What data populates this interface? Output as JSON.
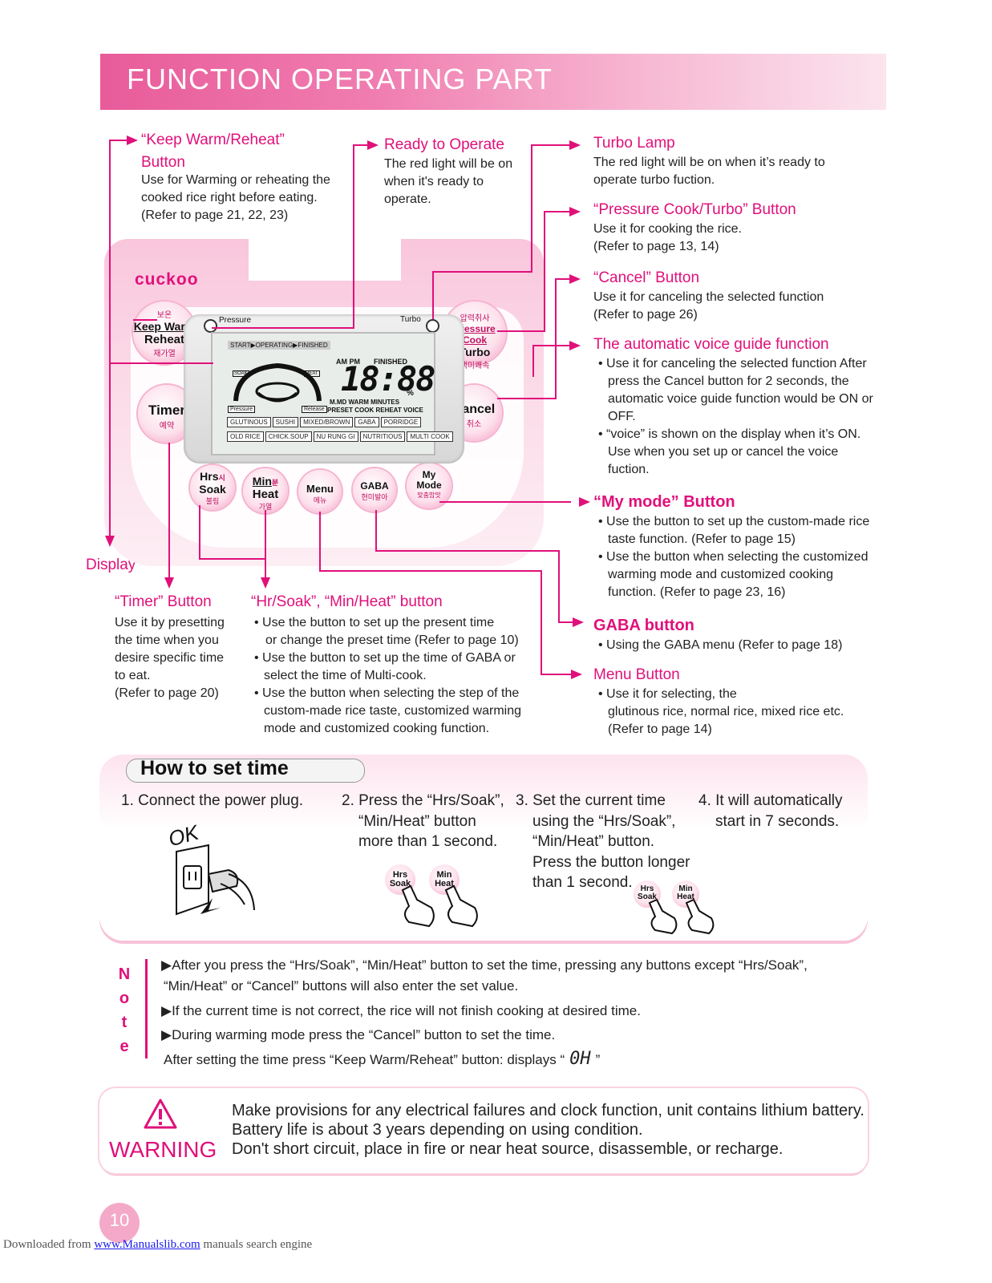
{
  "header": {
    "title": "FUNCTION OPERATING PART"
  },
  "callouts": {
    "keep_warm": {
      "title1": "“Keep  Warm/Reheat”",
      "title2": "Button",
      "lines": [
        "Use for Warming or reheating the",
        "cooked rice right before eating.",
        "(Refer to page 21, 22, 23)"
      ]
    },
    "ready": {
      "title": "Ready  to  Operate",
      "lines": [
        "The red light will be on",
        "when it's ready to",
        "operate."
      ]
    },
    "turbo_lamp": {
      "title": "Turbo  Lamp",
      "lines": [
        "The red light will be on when it’s ready to",
        "operate turbo fuction."
      ]
    },
    "pressure_cook": {
      "title": "“Pressure  Cook/Turbo”  Button",
      "lines": [
        "Use it for cooking the rice.",
        "(Refer to page 13, 14)"
      ]
    },
    "cancel": {
      "title": "“Cancel”  Button",
      "lines": [
        "Use it for canceling the selected function",
        "(Refer to page 26)"
      ]
    },
    "voice": {
      "title": "The  automatic  voice  guide  function",
      "bullet1": [
        "Use it for canceling the selected function After",
        "press the Cancel button for 2 seconds, the",
        "automatic voice guide function would be ON or",
        "OFF."
      ],
      "bullet2": [
        "“voice” is shown on the display when it’s ON.",
        "Use when you set up or cancel the voice",
        "fuction."
      ]
    },
    "my_mode": {
      "title": "“My mode” Button",
      "bullet1": [
        "Use the button to set up the custom-made rice",
        "taste function. (Refer to page 15)"
      ],
      "bullet2": [
        "Use the button when selecting the customized",
        "warming mode and customized cooking",
        "function. (Refer to page 23, 16)"
      ]
    },
    "gaba": {
      "title": "GABA button",
      "bullet1": [
        "Using the GABA menu (Refer to page 18)"
      ]
    },
    "menu": {
      "title": "Menu  Button",
      "bullet1": [
        "Use it for selecting, the",
        "glutinous rice, normal rice, mixed rice etc.",
        "(Refer to page 14)"
      ]
    },
    "display": {
      "title": "Display"
    },
    "timer": {
      "title": "“Timer”  Button",
      "lines": [
        "Use it by presetting",
        "the time when you",
        "desire specific time",
        "to eat.",
        "(Refer to page 20)"
      ]
    },
    "hr_min": {
      "title": "“Hr/Soak”, “Min/Heat”  button",
      "bullet1": [
        "Use the button to set up the present time",
        "or change the preset time  (Refer to page 10)"
      ],
      "bullet2": [
        "Use the button to set up the time of GABA or",
        "select the time of Multi-cook."
      ],
      "bullet3": [
        "Use the button when selecting the step of the",
        "custom-made rice taste, customized warming",
        "mode and customized cooking function."
      ]
    }
  },
  "panel": {
    "logo": "cuckoo",
    "keep_warm": {
      "ko1": "보온",
      "en1": "Keep Warm",
      "en2": "Reheat",
      "ko2": "재가열"
    },
    "pressure_cook": {
      "ko1": "압력취사",
      "en1": "Pressure Cook",
      "en2": "Turbo",
      "ko2": "백미쾌속"
    },
    "timer": {
      "en": "Timer",
      "ko": "예약"
    },
    "cancel": {
      "en": "Cancel",
      "ko": "취소"
    },
    "hrs": {
      "en1": "Hrs",
      "ko1": "시",
      "en2": "Soak",
      "ko2": "불림"
    },
    "min": {
      "en1": "Min",
      "ko1": "분",
      "en2": "Heat",
      "ko2": "가열"
    },
    "menu": {
      "en": "Menu",
      "ko": "메뉴"
    },
    "gaba": {
      "en": "GABA",
      "ko": "현미발아"
    },
    "mymode": {
      "en1": "My",
      "en2": "Mode",
      "ko": "맞춤밥맛"
    },
    "pressure_label": "Pressure",
    "turbo_label": "Turbo",
    "lcd": {
      "progress": "START▶OPERATING▶FINISHED",
      "ampm": "AM PM",
      "finished": "FINISHED",
      "digits": "18:88",
      "percent": "%",
      "soak": "SOAK",
      "heat": "HEAT",
      "pressure": "Pressure",
      "release": "Release",
      "units": "M.MD  WARM  MINUTES",
      "modes": "PRESET COOK REHEAT VOICE",
      "menu_row1": [
        "GLUTINOUS",
        "SUSHI",
        "MIXED/BROWN",
        "GABA",
        "PORRIDGE"
      ],
      "menu_row2": [
        "OLD RICE",
        "CHICK.SOUP",
        "NU RUNG GI",
        "NUTRITIOUS",
        "MULTI COOK"
      ]
    }
  },
  "how_to": {
    "title": "How  to  set  time",
    "step1": [
      "1. Connect the power plug."
    ],
    "step2": [
      "2. Press the “Hrs/Soak”,",
      "“Min/Heat” button",
      "more than 1 second."
    ],
    "step3": [
      "3. Set the current time",
      "using the “Hrs/Soak”,",
      "“Min/Heat” button.",
      "Press the button longer",
      "than 1 second."
    ],
    "step4": [
      "4. It will automatically",
      "start in 7 seconds."
    ],
    "ok_text": "OK",
    "btn_hrs": [
      "Hrs",
      "Soak"
    ],
    "btn_min": [
      "Min",
      "Heat"
    ]
  },
  "note": {
    "letters": [
      "N",
      "o",
      "t",
      "e"
    ],
    "lines": [
      "▶After you press the “Hrs/Soak”, “Min/Heat” button to set the time, pressing any buttons except “Hrs/Soak”,",
      "“Min/Heat” or “Cancel” buttons will also enter the set value.",
      "▶If the current time is not correct, the rice will not finish cooking at desired time.",
      "▶During warming mode press the “Cancel” button to set the time.",
      "After setting the time press “Keep Warm/Reheat” button: displays “"
    ],
    "display_code": "0H",
    "close_quote": "”"
  },
  "warning": {
    "word": "WARNING",
    "lines": [
      "Make provisions for any electrical failures and clock function, unit contains lithium battery.",
      "Battery life is about 3 years depending on using condition.",
      "Don't short circuit, place in fire or near heat source, disassemble, or recharge."
    ]
  },
  "page_number": "10",
  "footer": {
    "prefix": "Downloaded from ",
    "link": "www.Manualslib.com",
    "suffix": " manuals search engine"
  },
  "colors": {
    "accent": "#e0107a",
    "header_start": "#e85b9a",
    "panel_pink": "#f9c6dc"
  }
}
